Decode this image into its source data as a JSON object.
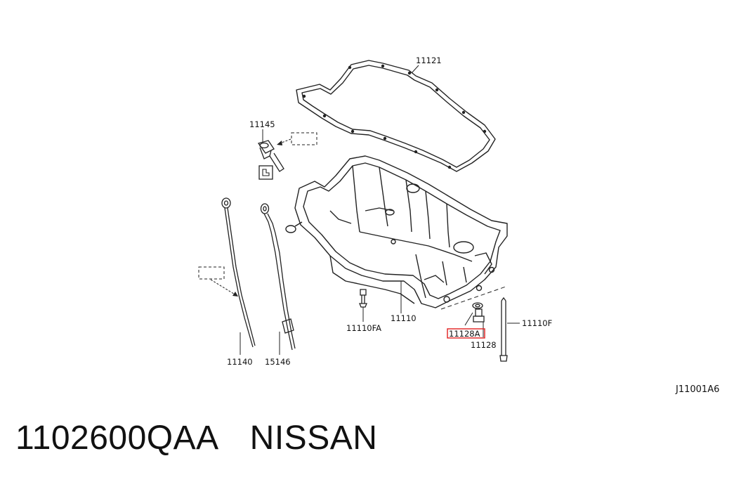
{
  "diagram": {
    "callouts": {
      "gasket": "11121",
      "plug_cap": "11145",
      "dipstick": "11140",
      "guide_tube": "15146",
      "bolt_small": "11110FA",
      "oil_pan": "11110",
      "washer_highlighted": "11128A",
      "drain_plug": "11128",
      "bolt_long": "11110F"
    },
    "reference_code": "J11001A6",
    "highlight_color": "#e02020",
    "line_color": "#222222"
  },
  "caption": {
    "part_number": "1102600QAA",
    "brand": "NISSAN"
  }
}
